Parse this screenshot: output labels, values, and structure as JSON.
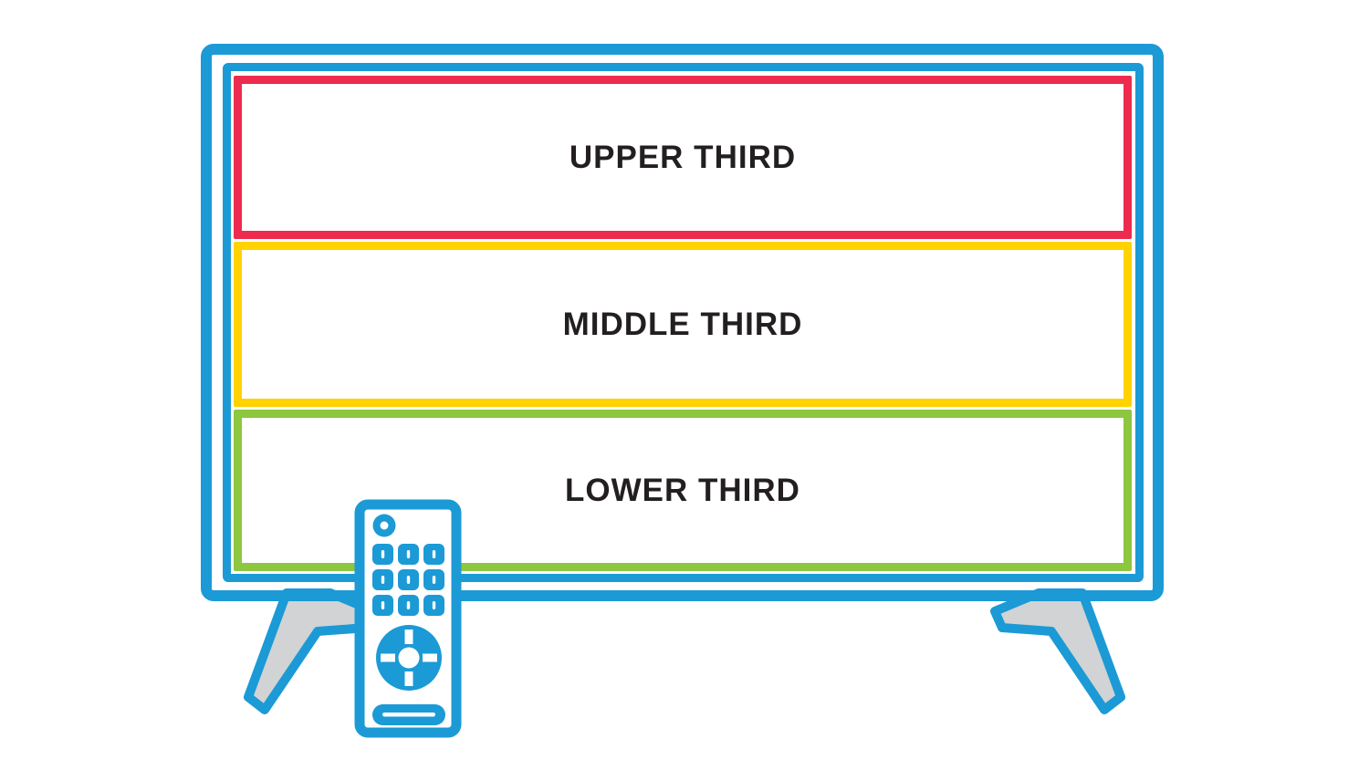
{
  "tv": {
    "frame_color": "#1B9AD6",
    "leg_fill_color": "#D1D3D4",
    "label_color": "#231F20",
    "sections": [
      {
        "label": "UPPER THIRD",
        "border_color": "#ED2B4E"
      },
      {
        "label": "MIDDLE THIRD",
        "border_color": "#FFD200"
      },
      {
        "label": "LOWER THIRD",
        "border_color": "#8DC63F"
      }
    ]
  },
  "remote": {
    "color": "#1B9AD6",
    "icons": [
      "power-button-icon",
      "number-pad-icon",
      "dpad-icon",
      "pill-button-icon"
    ]
  }
}
